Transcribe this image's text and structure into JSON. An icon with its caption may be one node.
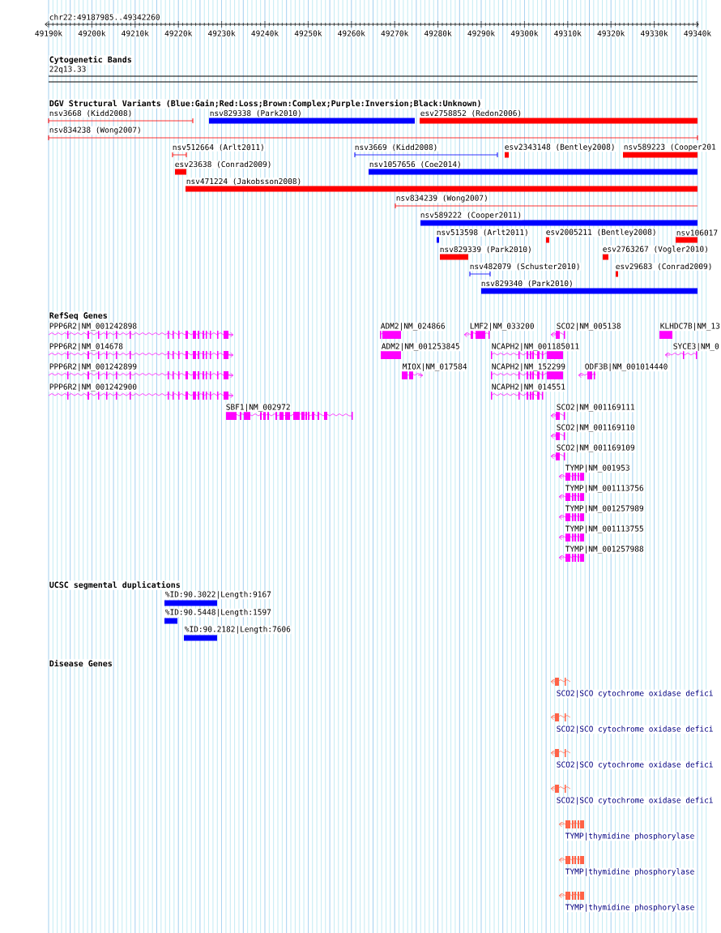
{
  "diagram": {
    "labels": [
      "chr22:49187985..49342260",
      "49190k",
      "49200k",
      "49210k",
      "49220k",
      "49230k",
      "49240k",
      "49250k",
      "49260k",
      "49270k",
      "49280k",
      "49290k",
      "49300k",
      "49310k",
      "49320k",
      "49330k",
      "49340k",
      "Cytogenetic Bands",
      "22q13.33",
      "DGV Structural Variants (Blue:Gain;Red:Loss;Brown:Complex;Purple:Inversion;Black:Unknown)",
      "nsv3668 (Kidd2008)",
      "nsv829338 (Park2010)",
      "esv2758852 (Redon2006)",
      "nsv834238 (Wong2007)",
      "nsv512664 (Arlt2011)",
      "nsv3669 (Kidd2008)",
      "esv2343148 (Bentley2008)",
      "nsv589223 (Cooper201",
      "esv23638 (Conrad2009)",
      "nsv1057656 (Coe2014)",
      "nsv471224 (Jakobsson2008)",
      "nsv834239 (Wong2007)",
      "nsv589222 (Cooper2011)",
      "nsv513598 (Arlt2011)",
      "esv2005211 (Bentley2008)",
      "nsv106017",
      "nsv829339 (Park2010)",
      "esv2763267 (Vogler2010)",
      "nsv482079 (Schuster2010)",
      "esv29683 (Conrad2009)",
      "nsv829340 (Park2010)",
      "RefSeq Genes",
      "PPP6R2|NM_001242898",
      "ADM2|NM_024866",
      "LMF2|NM_033200",
      "SCO2|NM_005138",
      "KLHDC7B|NM_13",
      "PPP6R2|NM_014678",
      "ADM2|NM_001253845",
      "NCAPH2|NM_001185011",
      "SYCE3|NM_0",
      "PPP6R2|NM_001242899",
      "MIOX|NM_017584",
      "NCAPH2|NM_152299",
      "ODF3B|NM_001014440",
      "PPP6R2|NM_001242900",
      "NCAPH2|NM_014551",
      "SBF1|NM_002972",
      "SCO2|NM_001169111",
      "SCO2|NM_001169110",
      "SCO2|NM_001169109",
      "TYMP|NM_001953",
      "TYMP|NM_001113756",
      "TYMP|NM_001257989",
      "TYMP|NM_001113755",
      "TYMP|NM_001257988",
      "UCSC segmental duplications",
      "%ID:90.3022|Length:9167",
      "%ID:90.5448|Length:1597",
      "%ID:90.2182|Length:7606",
      "Disease Genes",
      "SCO2|SCO cytochrome oxidase defici",
      "SCO2|SCO cytochrome oxidase defici",
      "SCO2|SCO cytochrome oxidase defici",
      "SCO2|SCO cytochrome oxidase defici",
      "TYMP|thymidine phosphorylase",
      "TYMP|thymidine phosphorylase",
      "TYMP|thymidine phosphorylase"
    ]
  }
}
